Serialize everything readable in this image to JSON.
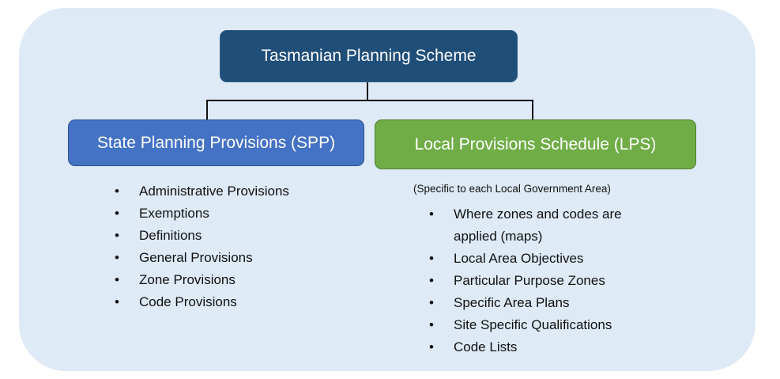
{
  "title": "Tasmanian Planning Scheme",
  "spp": {
    "label": "State Planning Provisions (SPP)",
    "items": [
      "Administrative Provisions",
      "Exemptions",
      "Definitions",
      "General Provisions",
      "Zone Provisions",
      "Code Provisions"
    ]
  },
  "lps": {
    "label": "Local Provisions Schedule (LPS)",
    "subtitle": "(Specific to each Local Government Area)",
    "items": [
      "Where zones and codes are applied (maps)",
      "Local Area Objectives",
      "Particular Purpose Zones",
      "Specific Area Plans",
      "Site Specific Qualifications",
      "Code Lists"
    ]
  }
}
